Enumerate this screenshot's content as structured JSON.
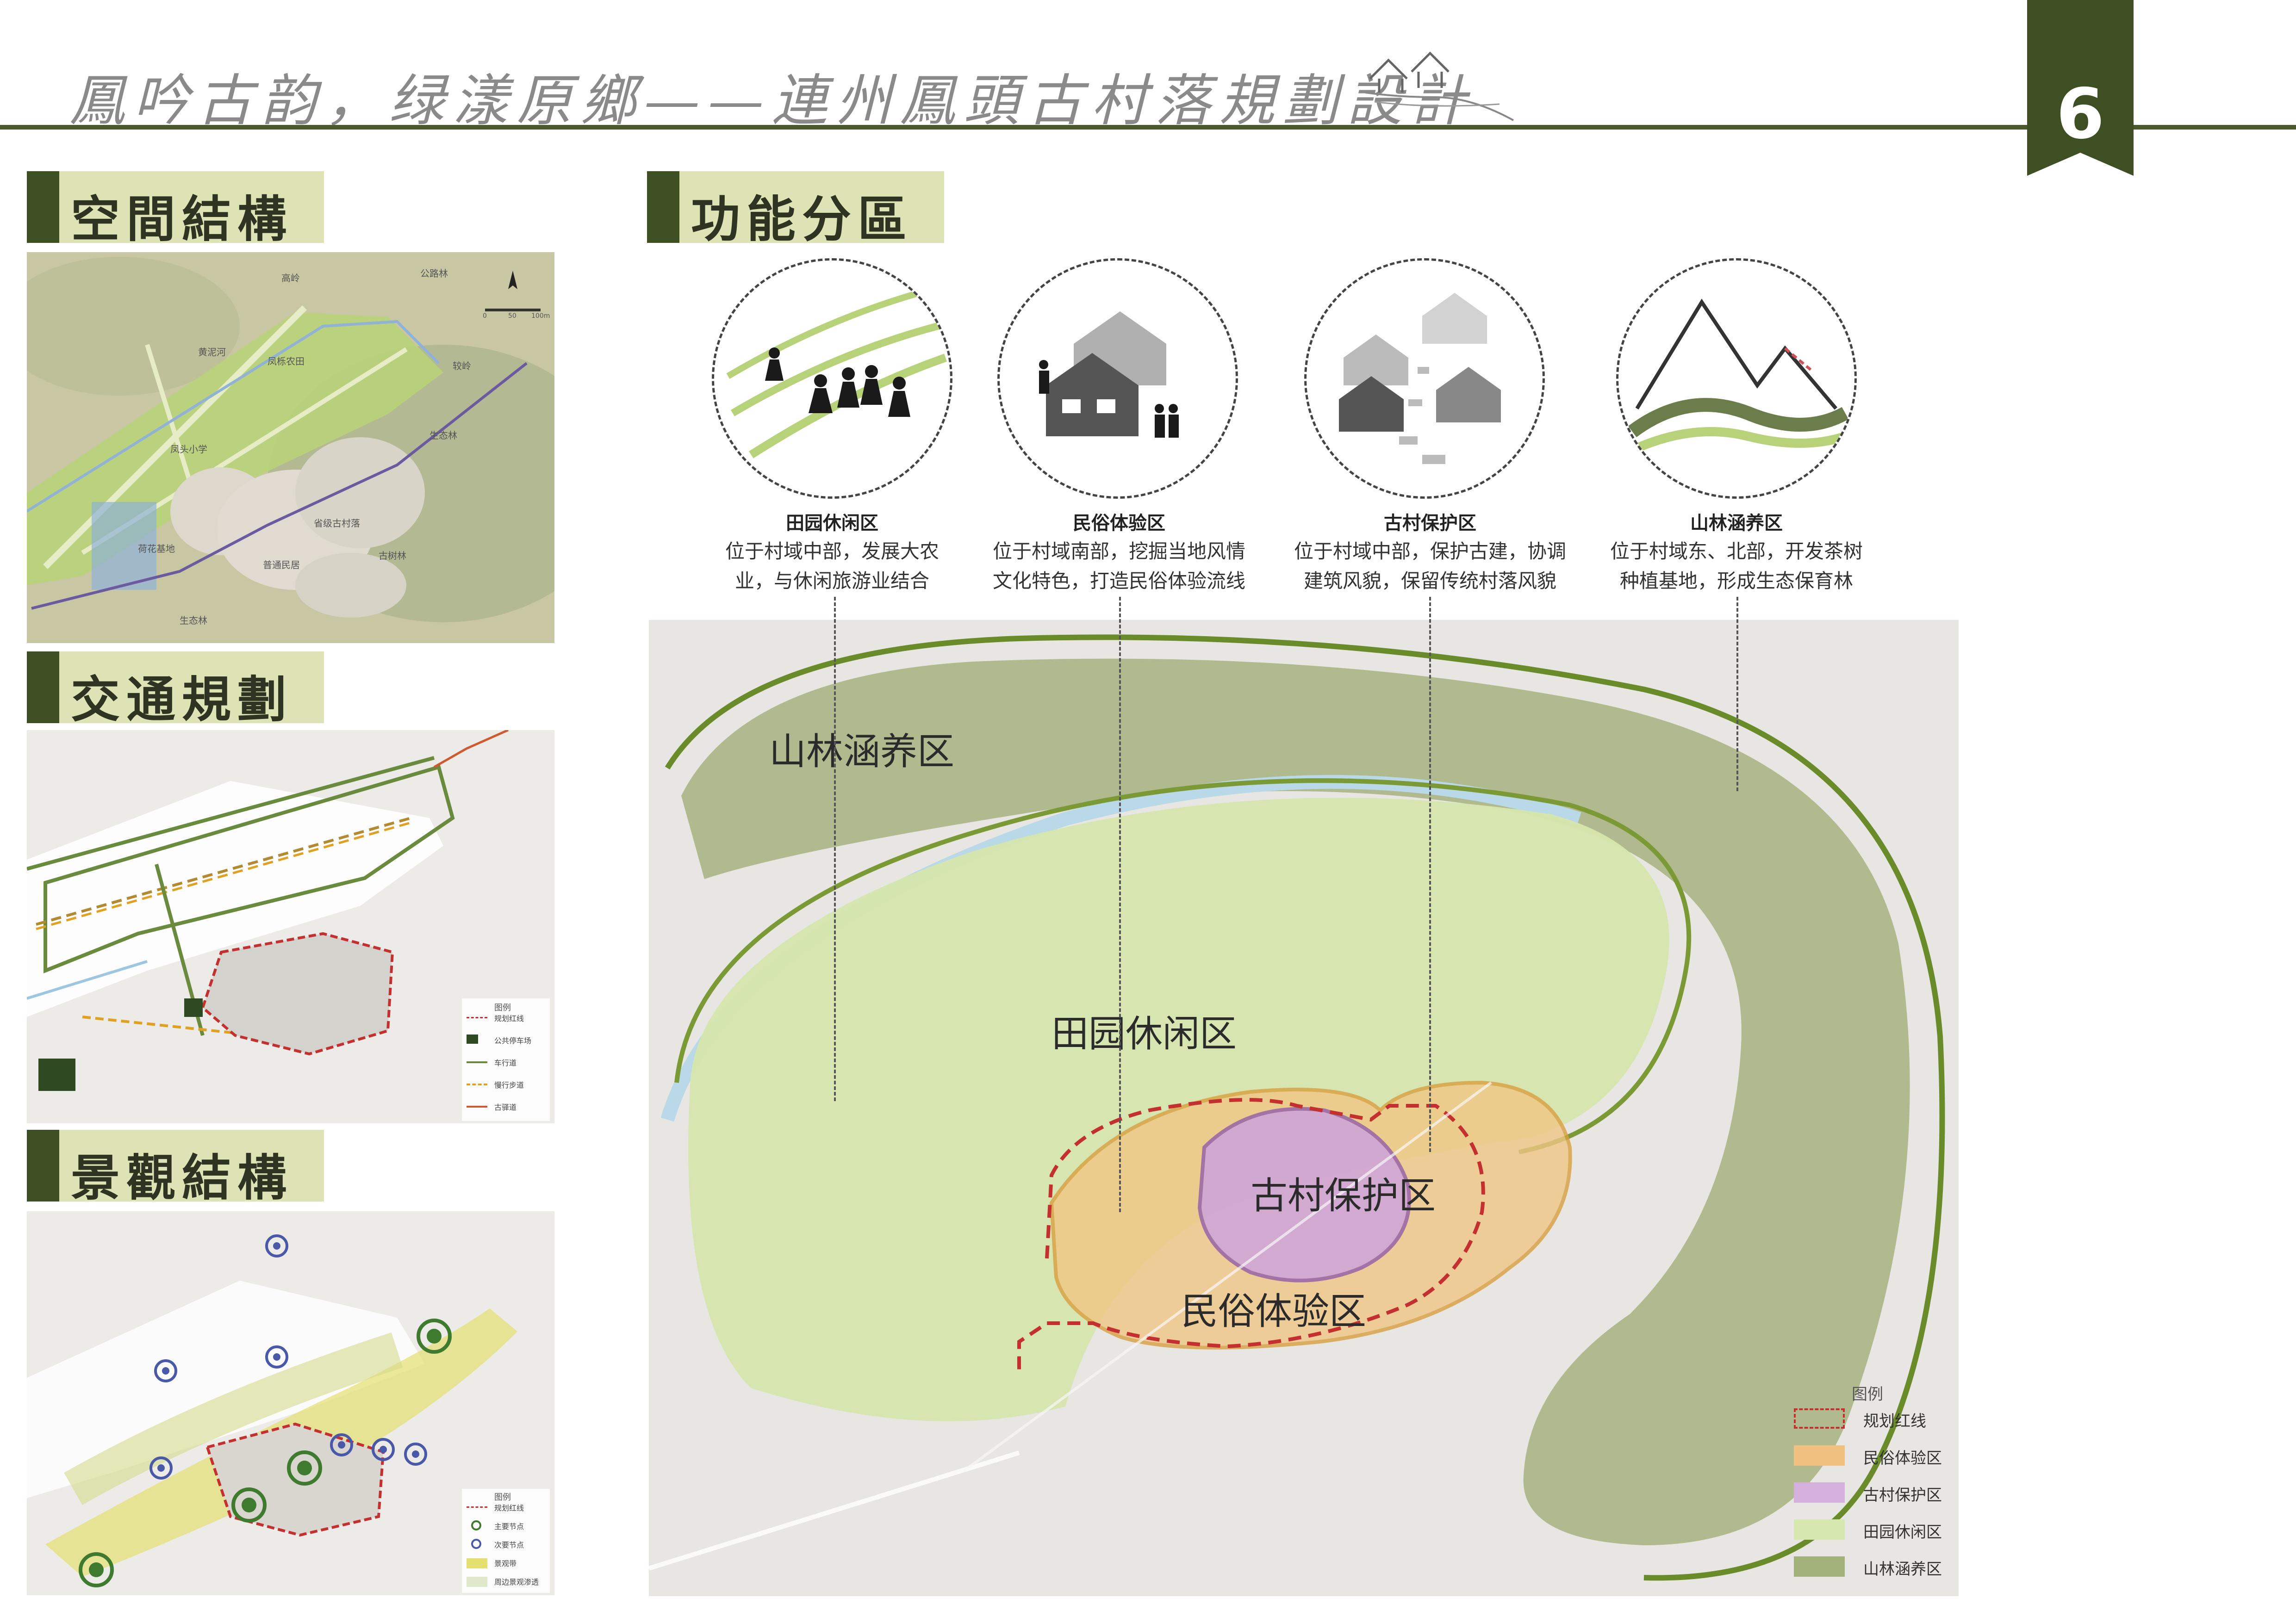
{
  "header": {
    "title": "鳳吟古韵，绿漾原鄉——連州鳳頭古村落規劃設計",
    "page_number": "6"
  },
  "sections": {
    "spatial": "空間結構",
    "traffic": "交通規劃",
    "landscape": "景觀結構",
    "function": "功能分區"
  },
  "spatial_map": {
    "labels": {
      "gaoling": "高岭",
      "gonglu": "公路林",
      "huangni": "黄泥河",
      "fengtian": "凤栎农田",
      "fengtou_school": "凤头小学",
      "shengtai1": "生态林",
      "lianhua": "荷花基地",
      "shengji": "省级古村落",
      "puton": "普通民居",
      "gushu": "古树林",
      "shengtai2": "生态林",
      "jiaoling": "较岭"
    },
    "scale": {
      "start": "0",
      "mid": "50",
      "end": "100m"
    }
  },
  "traffic_legend": {
    "title": "图例",
    "items": [
      "规划红线",
      "公共停车场",
      "车行道",
      "慢行步道",
      "古驿道"
    ]
  },
  "landscape_legend": {
    "title": "图例",
    "items": [
      "规划红线",
      "主要节点",
      "次要节点",
      "景观带",
      "周边景观渗透"
    ]
  },
  "zones": [
    {
      "name": "田园休闲区",
      "desc": "位于村域中部，发展大农业，与休闲旅游业结合"
    },
    {
      "name": "民俗体验区",
      "desc": "位于村域南部，挖掘当地风情文化特色，打造民俗体验流线"
    },
    {
      "name": "古村保护区",
      "desc": "位于村域中部，保护古建，协调建筑风貌，保留传统村落风貌"
    },
    {
      "name": "山林涵养区",
      "desc": "位于村域东、北部，开发茶树种植基地，形成生态保育林"
    }
  ],
  "zone_desc_lines": [
    [
      "位于村域中部，发展大农",
      "业，与休闲旅游业结合"
    ],
    [
      "位于村域南部，挖掘当地风情",
      "文化特色，打造民俗体验流线"
    ],
    [
      "位于村域中部，保护古建，协调",
      "建筑风貌，保留传统村落风貌"
    ],
    [
      "位于村域东、北部，开发茶树",
      "种植基地，形成生态保育林"
    ]
  ],
  "main_map": {
    "labels": {
      "shanlin": "山林涵养区",
      "tianyuan": "田园休闲区",
      "guocun": "古村保护区",
      "minsu": "民俗体验区"
    },
    "legend": {
      "title": "图例",
      "items": [
        {
          "label": "规划红线",
          "color": "#c43030",
          "style": "dashed"
        },
        {
          "label": "民俗体验区",
          "color": "#f0c17e"
        },
        {
          "label": "古村保护区",
          "color": "#d6b0dc"
        },
        {
          "label": "田园休闲区",
          "color": "#d7e7b0"
        },
        {
          "label": "山林涵养区",
          "color": "#a3b27a"
        }
      ]
    }
  },
  "colors": {
    "accent_dark": "#3e4f24",
    "tag_bg": "#dde3b4",
    "red_line": "#c43030",
    "forest": "#97a86a",
    "field": "#d4e6a6",
    "village_purple": "#cfa8d6",
    "folk_orange": "#f1c58a"
  }
}
